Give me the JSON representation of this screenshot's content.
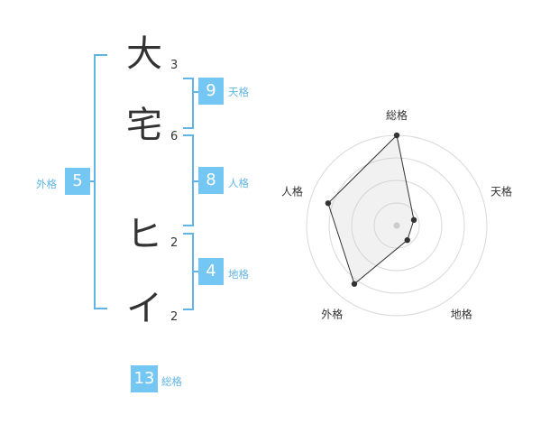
{
  "name": {
    "chars": [
      {
        "char": "大",
        "strokes": "3"
      },
      {
        "char": "宅",
        "strokes": "6"
      },
      {
        "char": "ヒ",
        "strokes": "2"
      },
      {
        "char": "イ",
        "strokes": "2"
      }
    ]
  },
  "kakusu": {
    "tenkaku": {
      "value": "9",
      "label": "天格"
    },
    "jinkaku": {
      "value": "8",
      "label": "人格"
    },
    "chikaku": {
      "value": "4",
      "label": "地格"
    },
    "gaikaku": {
      "value": "5",
      "label": "外格"
    },
    "soukaku": {
      "value": "13",
      "label": "総格"
    }
  },
  "colors": {
    "accent": "#74c7f2",
    "bracket": "#61b5e6",
    "text": "#333333"
  },
  "chart_data": {
    "type": "radar",
    "axes": [
      "総格",
      "天格",
      "地格",
      "外格",
      "人格"
    ],
    "values": [
      5,
      1,
      1,
      4,
      4
    ],
    "max": 5,
    "rings": 4
  }
}
